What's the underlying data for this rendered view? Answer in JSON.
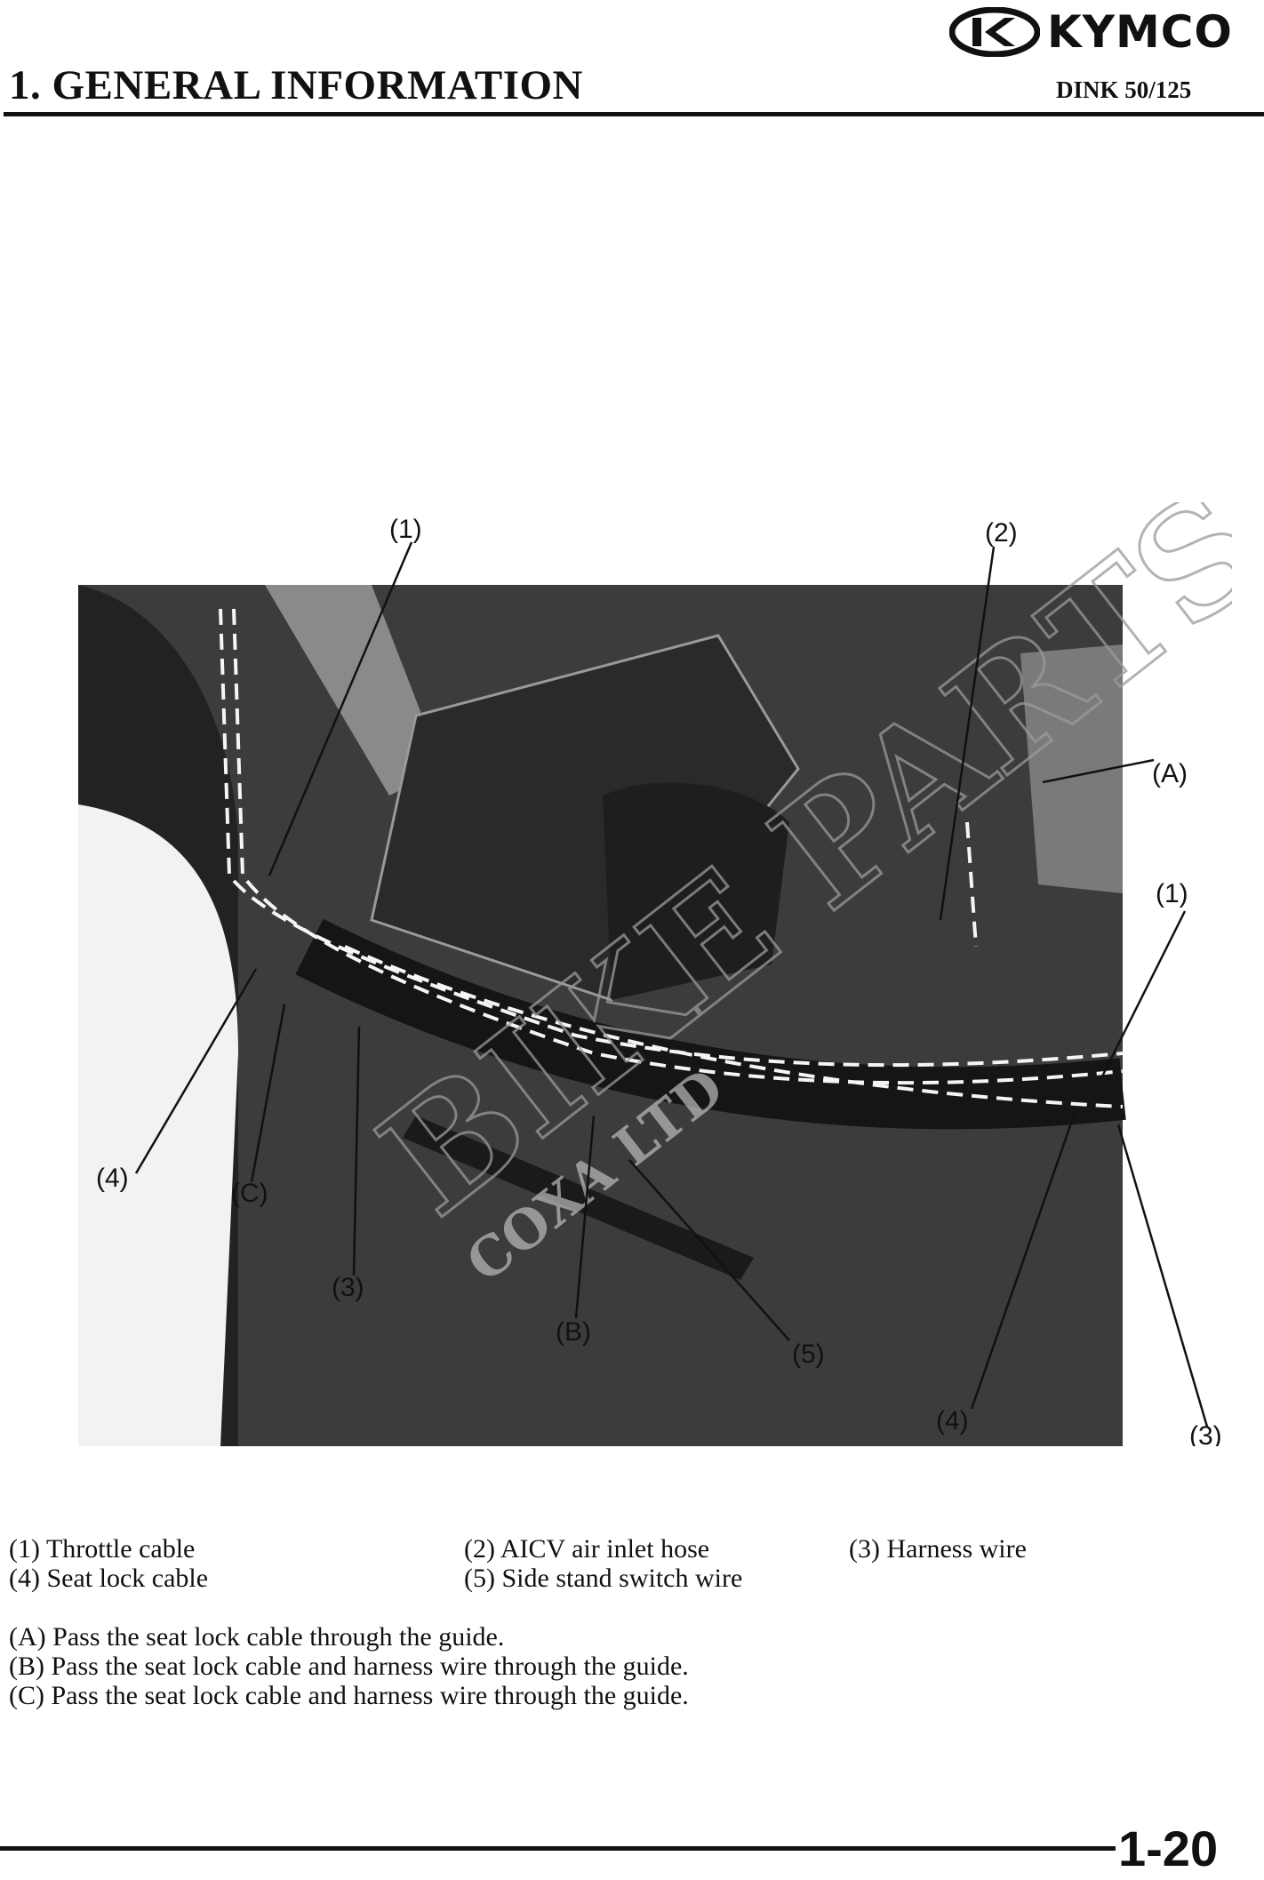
{
  "header": {
    "brand": "KYMCO",
    "section_title": "1. GENERAL INFORMATION",
    "model": "DINK 50/125"
  },
  "figure": {
    "callouts": {
      "c1_top": "(1)",
      "c2": "(2)",
      "cA": "(A)",
      "c1_right": "(1)",
      "c4_left": "(4)",
      "cC": "(C)",
      "c3_left": "(3)",
      "cB": "(B)",
      "c5": "(5)",
      "c4_right": "(4)",
      "c3_right": "(3)"
    },
    "watermark": [
      "BIKE PARTS",
      "COXA LTD"
    ]
  },
  "legend": {
    "items": [
      "(1) Throttle cable",
      "(2) AICV air inlet hose",
      "(3) Harness wire",
      "(4) Seat lock cable",
      "(5) Side stand switch wire"
    ]
  },
  "notes": [
    "(A) Pass the seat lock cable through the guide.",
    "(B) Pass the seat lock cable and harness wire through the guide.",
    "(C) Pass the seat lock cable and harness wire through the guide."
  ],
  "footer": {
    "page_number": "1-20"
  }
}
